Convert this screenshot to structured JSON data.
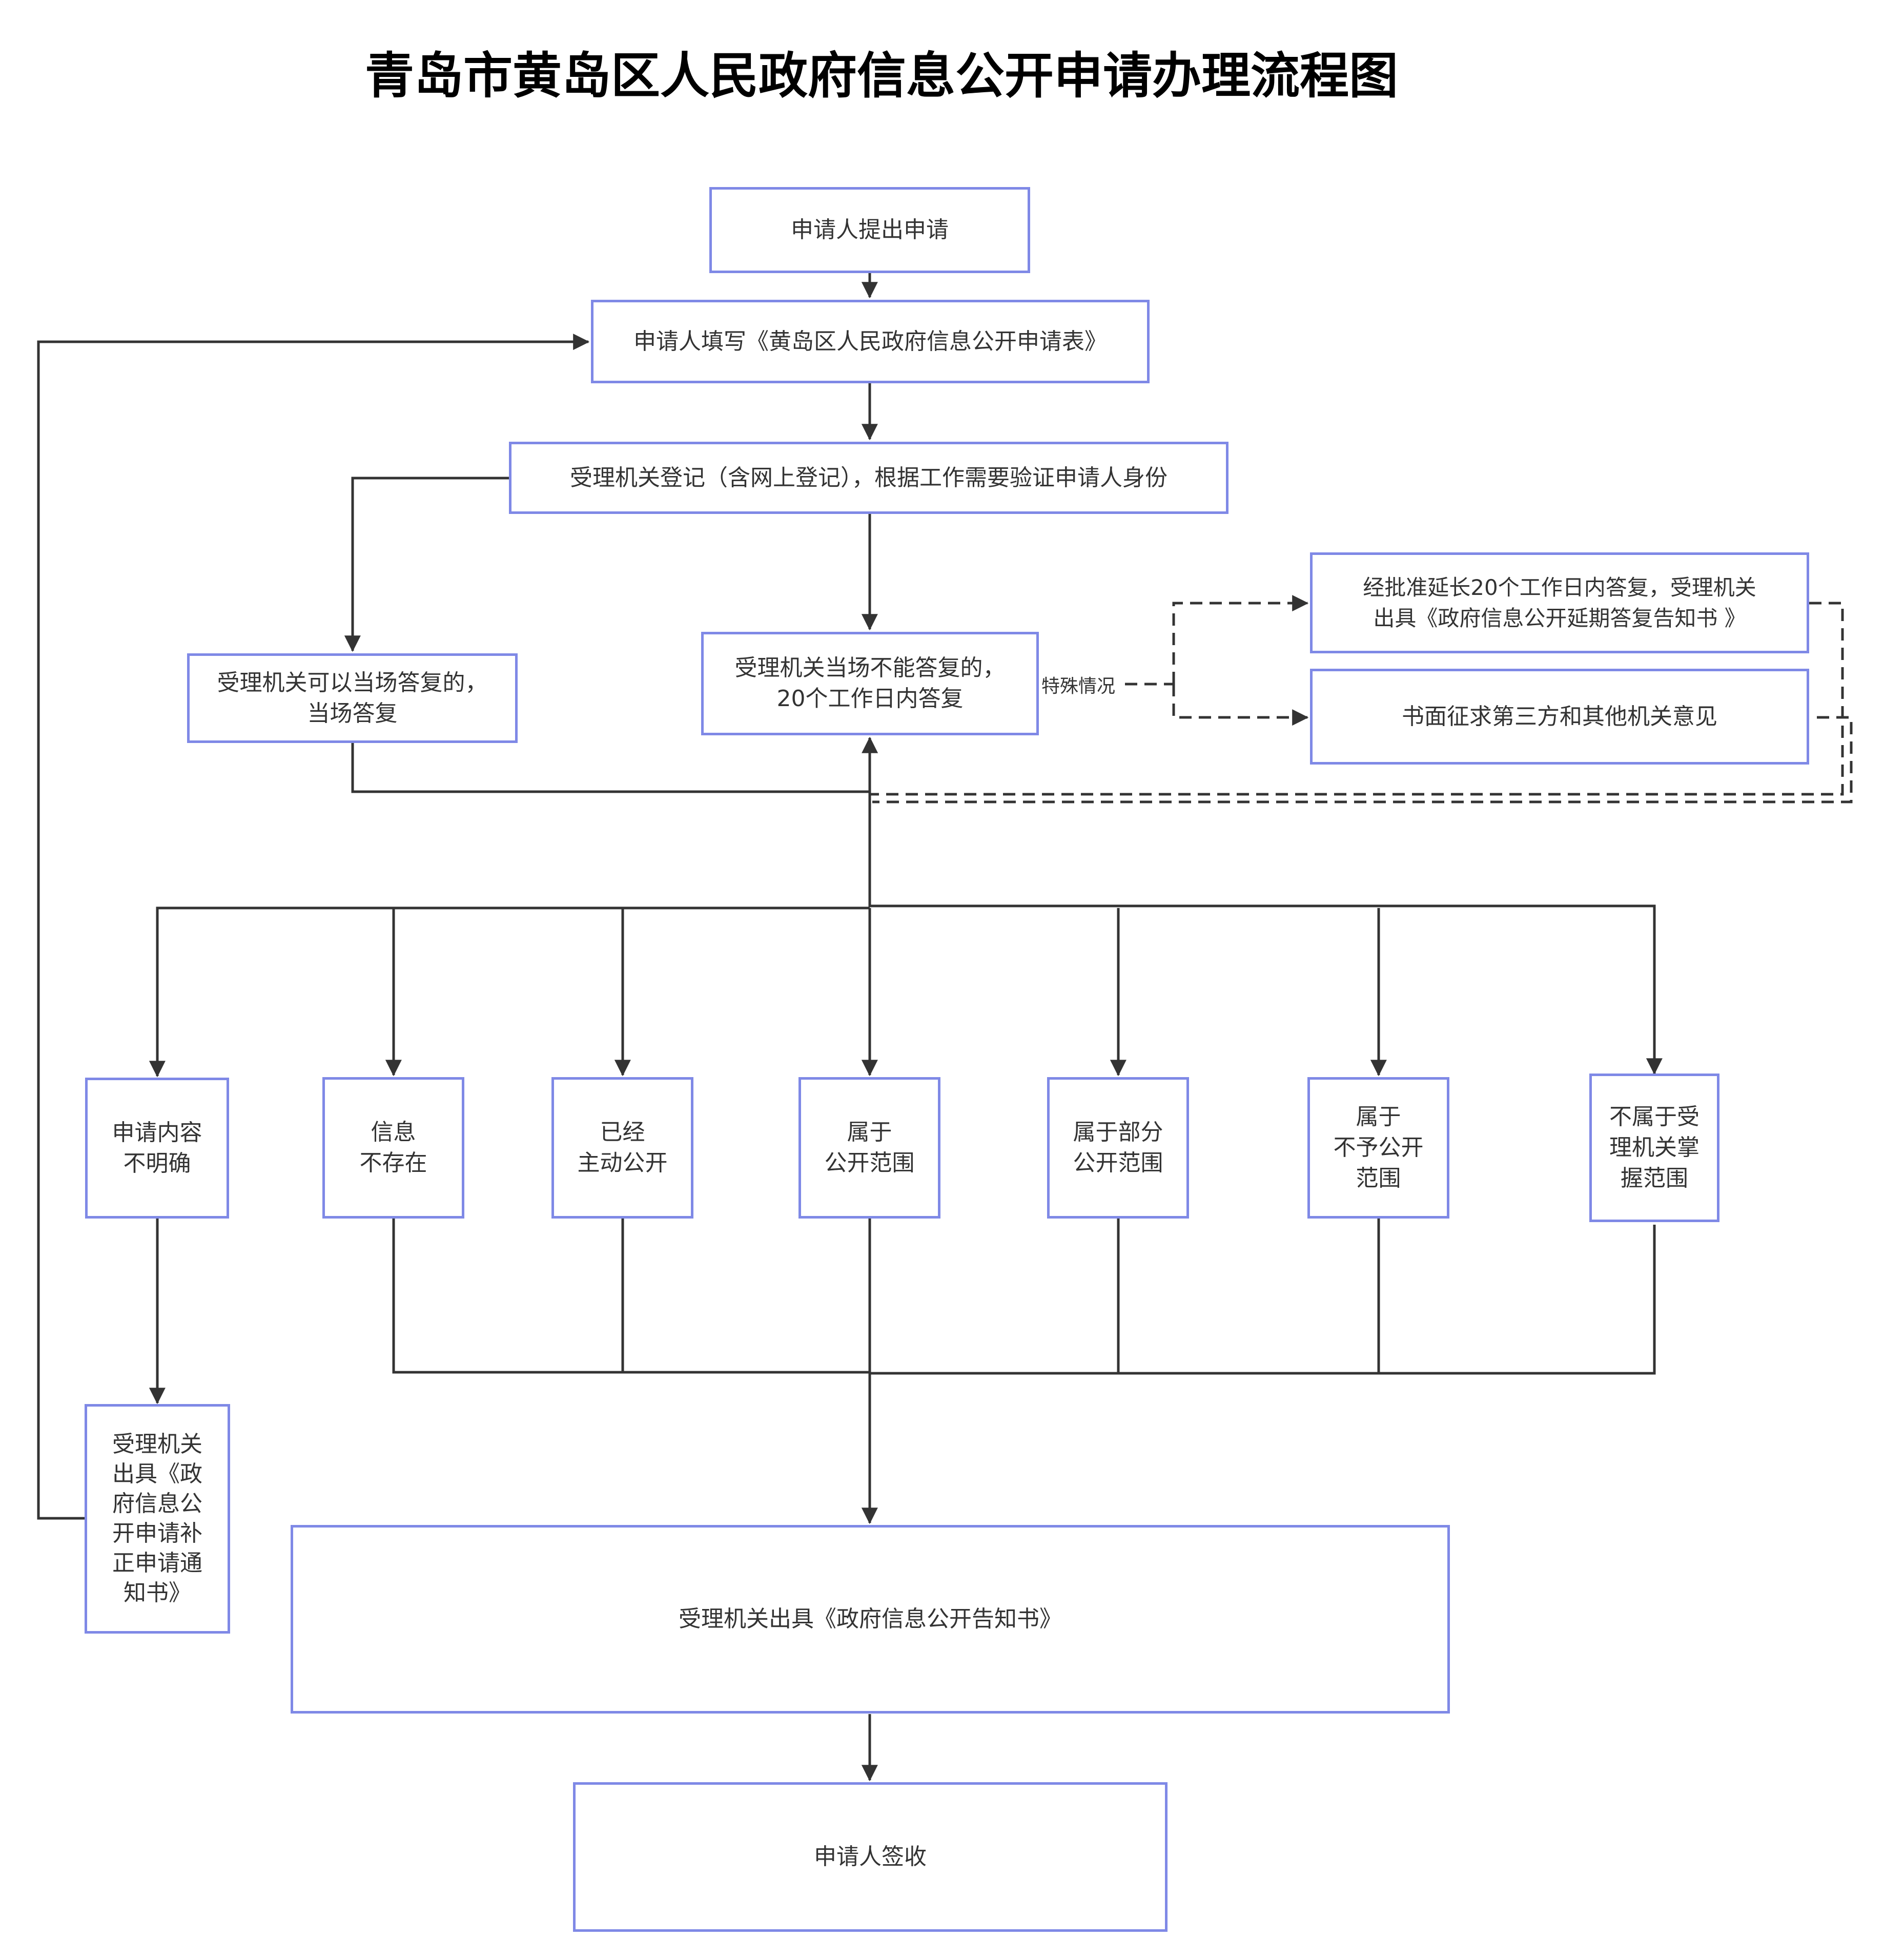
{
  "title": "青岛市黄岛区人民政府信息公开申请办理流程图",
  "nodes": {
    "submit": "申请人提出申请",
    "fill_form": "申请人填写《黄岛区人民政府信息公开申请表》",
    "register": "受理机关登记（含网上登记），根据工作需要验证申请人身份",
    "reply_on_spot": "受理机关可以当场答复的，\n当场答复",
    "reply_20_days": "受理机关当场不能答复的，\n20个工作日内答复",
    "extension": "经批准延长20个工作日内答复，受理机关\n出具《政府信息公开延期答复告知书 》",
    "third_party": "书面征求第三方和其他机关意见",
    "unclear": "申请内容\n不明确",
    "not_exist": "信息\n不存在",
    "already_public": "已经\n主动公开",
    "public_scope": "属于\n公开范围",
    "partial_public": "属于部分\n公开范围",
    "not_public": "属于\n不予公开\n范围",
    "not_in_scope": "不属于受\n理机关掌\n握范围",
    "correction_notice": "受理机关\n出具《政\n府信息公\n开申请补\n正申请通\n知书》",
    "disclosure_notice": "受理机关出具《政府信息公开告知书》",
    "sign": "申请人签收"
  },
  "edge_labels": {
    "special": "特殊情况"
  },
  "colors": {
    "node_border": "#7f89e6",
    "line": "#333333",
    "title": "#000000"
  }
}
